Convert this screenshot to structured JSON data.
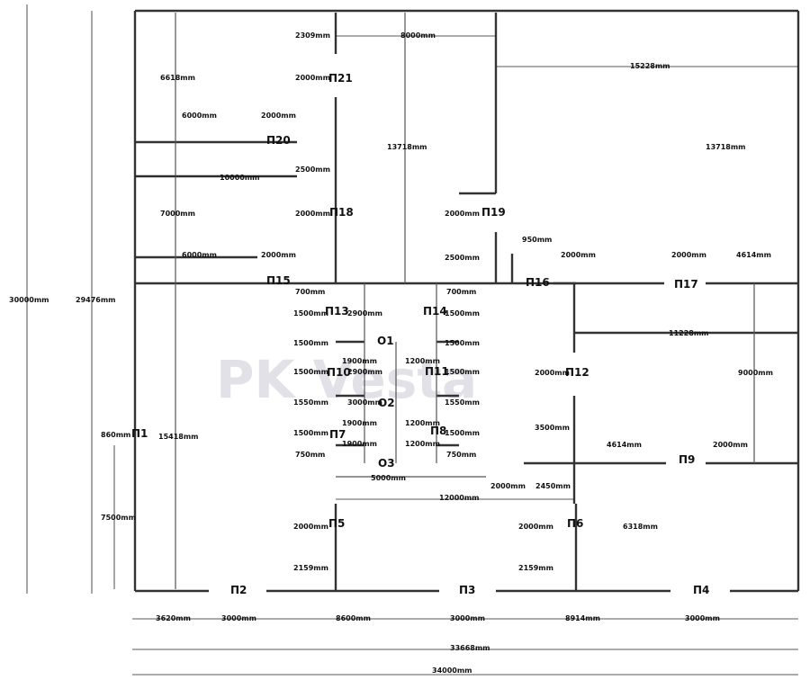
{
  "watermark": "PK Vesta",
  "rooms": [
    "П1",
    "П2",
    "П3",
    "П4",
    "П5",
    "П6",
    "П7",
    "П8",
    "П9",
    "П10",
    "П11",
    "П12",
    "П13",
    "П14",
    "П15",
    "П16",
    "П17",
    "П18",
    "П19",
    "П20",
    "П21",
    "О1",
    "О2",
    "О3"
  ],
  "dims": [
    "30000mm",
    "29476mm",
    "34000mm",
    "33668mm",
    "3620mm",
    "3000mm",
    "8600mm",
    "3000mm",
    "8914mm",
    "3000mm",
    "2309mm",
    "8000mm",
    "15228mm",
    "6618mm",
    "2000mm",
    "6000mm",
    "2000mm",
    "13718mm",
    "13718mm",
    "2500mm",
    "10000mm",
    "7000mm",
    "2000mm",
    "2000mm",
    "6000mm",
    "2000mm",
    "950mm",
    "2500mm",
    "2000mm",
    "2000mm",
    "4614mm",
    "700mm",
    "700mm",
    "1500mm",
    "2900mm",
    "1500mm",
    "1500mm",
    "1500mm",
    "1900mm",
    "1200mm",
    "1500mm",
    "2900mm",
    "1500mm",
    "11228mm",
    "2000mm",
    "9000mm",
    "15418mm",
    "1550mm",
    "3000mm",
    "1550mm",
    "1900mm",
    "1200mm",
    "860mm",
    "1500mm",
    "1500mm",
    "3500mm",
    "1900mm",
    "1200mm",
    "4614mm",
    "2000mm",
    "750mm",
    "750mm",
    "5000mm",
    "2000mm",
    "2450mm",
    "12000mm",
    "7500mm",
    "2000mm",
    "2000mm",
    "6318mm",
    "2159mm",
    "2159mm"
  ]
}
